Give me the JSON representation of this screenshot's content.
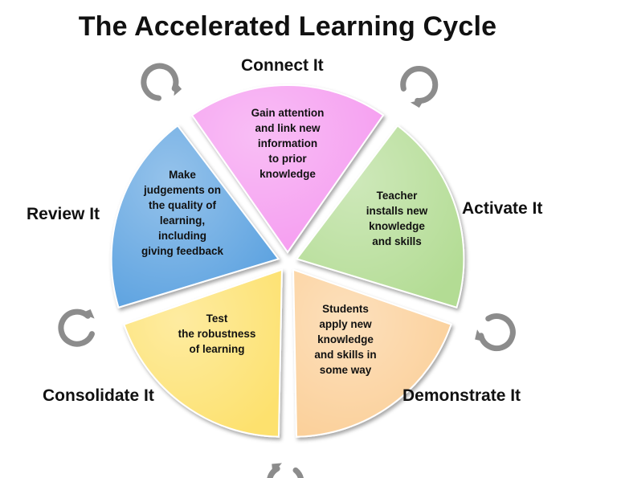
{
  "title": "The Accelerated Learning Cycle",
  "stages": [
    {
      "id": "connect",
      "label": "Connect It",
      "description": [
        "Gain attention",
        "and link new",
        "information",
        "to prior",
        "knowledge"
      ],
      "color": "#f59bf0"
    },
    {
      "id": "activate",
      "label": "Activate It",
      "description": [
        "Teacher",
        "installs new",
        "knowledge",
        "and skills"
      ],
      "color": "#b3dc94"
    },
    {
      "id": "demonstrate",
      "label": "Demonstrate It",
      "description": [
        "Students",
        "apply new",
        "knowledge",
        "and skills in",
        "some way"
      ],
      "color": "#fbcf98"
    },
    {
      "id": "consolidate",
      "label": "Consolidate It",
      "description": [
        "Test",
        "the robustness",
        "of learning"
      ],
      "color": "#fde16e"
    },
    {
      "id": "review",
      "label": "Review It",
      "description": [
        "Make",
        "judgements on",
        "the quality of",
        "learning,",
        "including",
        "giving feedback"
      ],
      "color": "#5ba2e0"
    }
  ],
  "arrow_color": "#8c8c8c"
}
